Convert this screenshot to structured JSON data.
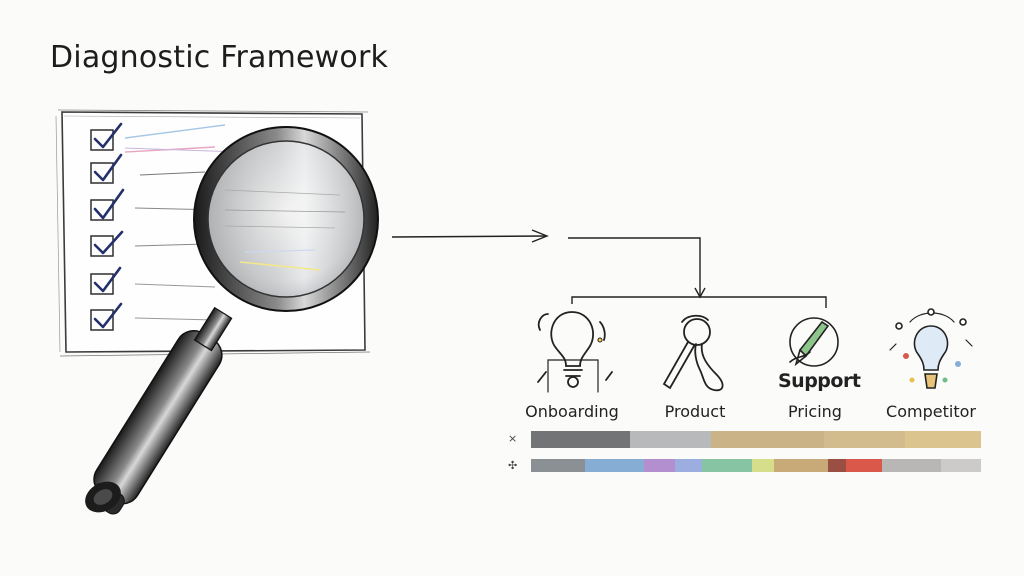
{
  "title": "Diagnostic Framework",
  "categories": [
    {
      "label": "Onboarding",
      "icon": "wrench-lightbulb-icon"
    },
    {
      "label": "Product",
      "icon": "tools-icon"
    },
    {
      "label": "Pricing",
      "icon": "support-pen-icon"
    },
    {
      "label": "Competitor",
      "icon": "lightbulb-idea-icon"
    }
  ],
  "support_word": "Support",
  "row_marks": [
    "×",
    "✣"
  ],
  "bar_rows": [
    {
      "segments": [
        {
          "color": "#737475",
          "weight": 22
        },
        {
          "color": "#b8b9ba",
          "weight": 18
        },
        {
          "color": "#c9b387",
          "weight": 25
        },
        {
          "color": "#d2bb8d",
          "weight": 18
        },
        {
          "color": "#dcc48e",
          "weight": 17
        }
      ]
    },
    {
      "segments": [
        {
          "color": "#8b9095",
          "weight": 12
        },
        {
          "color": "#86aed4",
          "weight": 13
        },
        {
          "color": "#b38fcf",
          "weight": 7
        },
        {
          "color": "#9caee0",
          "weight": 6
        },
        {
          "color": "#86c4a4",
          "weight": 11
        },
        {
          "color": "#d6de8c",
          "weight": 5
        },
        {
          "color": "#c8aa78",
          "weight": 12
        },
        {
          "color": "#9b4f43",
          "weight": 4
        },
        {
          "color": "#d9584a",
          "weight": 8
        },
        {
          "color": "#b9b7b6",
          "weight": 13
        },
        {
          "color": "#cdcbc9",
          "weight": 9
        }
      ]
    }
  ]
}
